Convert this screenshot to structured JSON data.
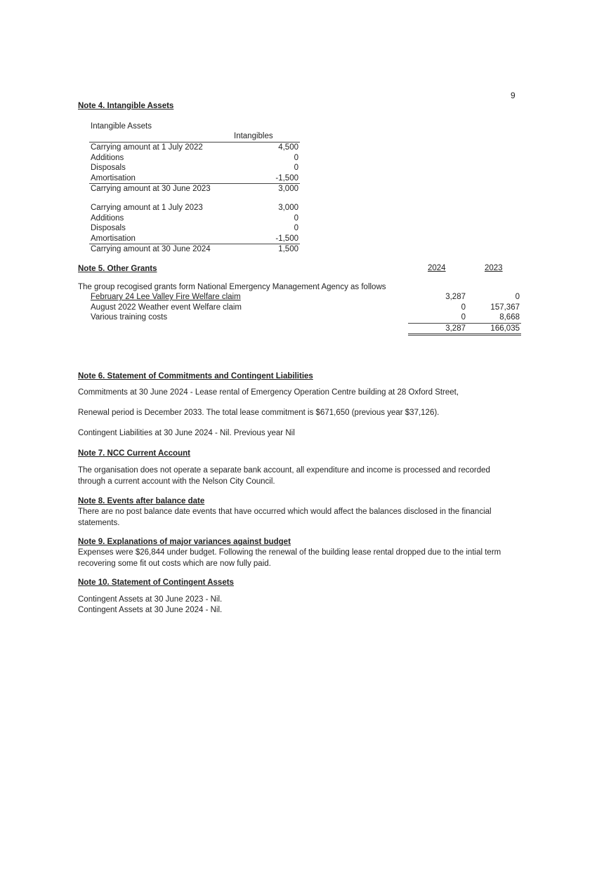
{
  "page_number": "9",
  "note4": {
    "heading": "Note 4.  Intangible Assets",
    "subtitle": "Intangible Assets",
    "column_header": "Intangibles",
    "rows": [
      {
        "label": "Carrying amount at 1 July 2022",
        "value": "4,500"
      },
      {
        "label": "Additions",
        "value": "0"
      },
      {
        "label": "Disposals",
        "value": "0"
      },
      {
        "label": "Amortisation",
        "value": "-1,500"
      },
      {
        "label": "Carrying amount at 30 June 2023",
        "value": "3,000"
      },
      {
        "label": "Carrying amount at 1 July 2023",
        "value": "3,000"
      },
      {
        "label": "Additions",
        "value": "0"
      },
      {
        "label": "Disposals",
        "value": "0"
      },
      {
        "label": "Amortisation",
        "value": "-1,500"
      },
      {
        "label": "Carrying amount at 30 June 2024",
        "value": "1,500"
      }
    ]
  },
  "note5": {
    "heading": "Note 5.  Other Grants",
    "year_current": "2024",
    "year_prior": "2023",
    "intro": "The group recogised grants form National Emergency Management Agency as follows",
    "rows": [
      {
        "label": "February 24 Lee Valley Fire Welfare claim",
        "current": "3,287",
        "prior": "0"
      },
      {
        "label": "August 2022 Weather event Welfare claim",
        "current": "0",
        "prior": "157,367"
      },
      {
        "label": "Various training costs",
        "current": "0",
        "prior": "8,668"
      }
    ],
    "total": {
      "current": "3,287",
      "prior": "166,035"
    }
  },
  "note6": {
    "heading": "Note 6.  Statement of Commitments and Contingent Liabilities",
    "p1": "Commitments at 30 June 2024 - Lease rental of  Emergency Operation Centre building at 28 Oxford Street,",
    "p2": "Renewal period is December 2033. The total lease commitment is $671,650 (previous year $37,126).",
    "p3": "Contingent Liabilities at 30 June 2024 - Nil. Previous year Nil"
  },
  "note7": {
    "heading": "Note 7.  NCC Current Account",
    "p1_line1": "The organisation does not operate a separate bank account, all expenditure and income is processed and recorded",
    "p1_line2": "through a current account with the Nelson City Council."
  },
  "note8": {
    "heading": "Note 8.  Events after balance date",
    "line1": "There are no post balance date events that have occurred which would affect the balances disclosed in the financial",
    "line2": "statements."
  },
  "note9": {
    "heading": "Note 9.  Explanations of major variances against budget",
    "line1": "Expenses were $26,844 under budget. Following the renewal of the building lease rental dropped due to the intial term",
    "line2": "recovering some fit out costs which are now fully paid."
  },
  "note10": {
    "heading": "Note 10.  Statement of Contingent Assets",
    "line1": "Contingent Assets at 30 June 2023 - Nil.",
    "line2": "Contingent Assets at 30 June 2024 - Nil."
  }
}
